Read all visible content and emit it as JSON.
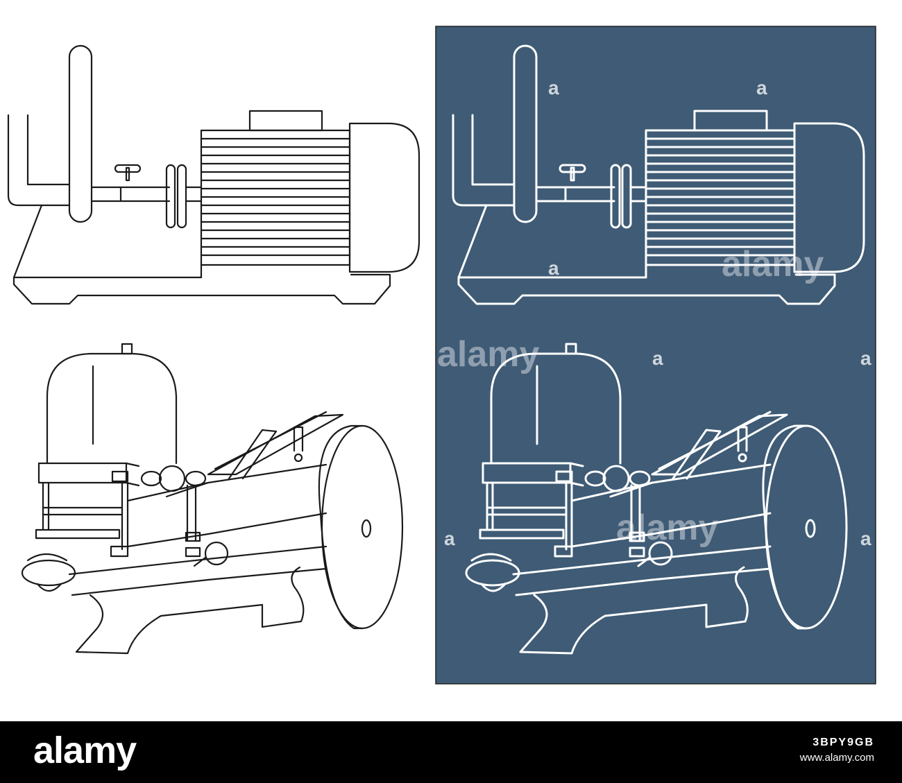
{
  "colors": {
    "panel_background": "#3f5b75",
    "line_dark": "#1a1a1a",
    "line_light": "#ffffff",
    "footer_background": "#000000"
  },
  "illustrations": [
    {
      "name": "motor-pump-line-drawing",
      "variant": "outline-on-white"
    },
    {
      "name": "motor-pump-line-drawing",
      "variant": "white-outline-on-blue"
    },
    {
      "name": "meat-slicer-line-drawing",
      "variant": "outline-on-white"
    },
    {
      "name": "meat-slicer-line-drawing",
      "variant": "white-outline-on-blue"
    }
  ],
  "watermarks": {
    "large_text": "alamy",
    "small_text": "a"
  },
  "footer": {
    "logo": "alamy",
    "image_id": "3BPY9GB",
    "url": "www.alamy.com"
  }
}
